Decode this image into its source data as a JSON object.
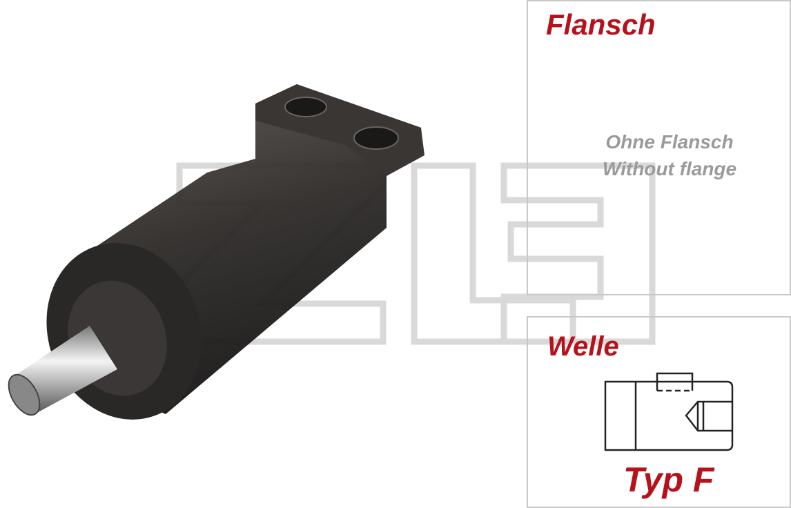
{
  "flange": {
    "title": "Flansch",
    "line1": "Ohne Flansch",
    "line2": "Without flange"
  },
  "shaft": {
    "title": "Welle",
    "type_label": "Typ F"
  },
  "colors": {
    "accent": "#b5121b",
    "muted": "#9a9a9a",
    "border": "#c8c8c8"
  }
}
